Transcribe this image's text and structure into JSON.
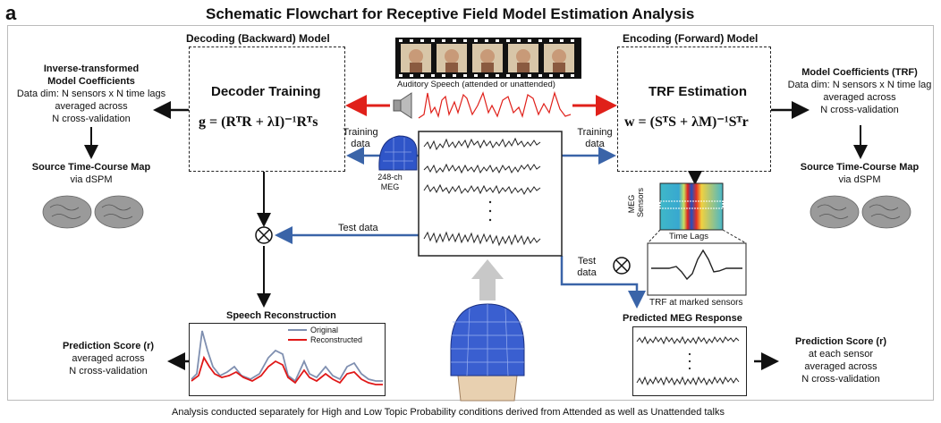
{
  "panel_label": "a",
  "title": "Schematic Flowchart for Receptive Field Model Estimation Analysis",
  "decoding": {
    "section_title": "Decoding (Backward) Model",
    "box_title": "Decoder Training",
    "equation": "g = (RᵀR + λI)⁻¹Rᵀs"
  },
  "encoding": {
    "section_title": "Encoding (Forward) Model",
    "box_title": "TRF Estimation",
    "equation": "w = (SᵀS + λM)⁻¹Sᵀr"
  },
  "left_coeffs": {
    "line1": "Inverse-transformed",
    "line2": "Model Coefficients",
    "line3": "Data dim: N sensors x N time lags",
    "line4": "averaged across",
    "line5": "N cross-validation"
  },
  "right_coeffs": {
    "line1": "Model Coefficients (TRF)",
    "line2": "Data dim: N sensors x N time lag",
    "line3": "averaged across",
    "line4": "N cross-validation"
  },
  "source_map_left": {
    "title": "Source Time-Course Map",
    "sub": "via dSPM"
  },
  "source_map_right": {
    "title": "Source Time-Course Map",
    "sub": "via dSPM"
  },
  "auditory_label": "Auditory Speech (attended or unattended)",
  "training_left": {
    "l1": "Training",
    "l2": "data"
  },
  "training_right": {
    "l1": "Training",
    "l2": "data"
  },
  "meg_label": {
    "l1": "248-ch",
    "l2": "MEG"
  },
  "test_data_left": "Test data",
  "test_data_right": {
    "l1": "Test",
    "l2": "data"
  },
  "multiply_symbol": "⊗",
  "heatmap": {
    "ylabel_l1": "MEG",
    "ylabel_l2": "Sensors",
    "xlabel": "Time Lags"
  },
  "trf_label": "TRF at marked sensors",
  "speech_recon": {
    "title": "Speech Reconstruction",
    "legend_original": "Original",
    "legend_reconstructed": "Reconstructed",
    "color_original": "#7f8fb0",
    "color_reconstructed": "#e01818"
  },
  "predicted_meg": {
    "title": "Predicted MEG Response"
  },
  "score_left": {
    "title": "Prediction Score (r)",
    "l2": "averaged across",
    "l3": "N cross-validation"
  },
  "score_right": {
    "title": "Prediction Score (r)",
    "l2": "at each sensor",
    "l3": "averaged across",
    "l4": "N cross-validation"
  },
  "footer": "Analysis conducted separately for High and Low Topic Probability conditions derived from Attended as well as Unattended talks",
  "colors": {
    "red_arrow": "#e0201a",
    "blue_arrow": "#3a64a8",
    "brain": "#9a9a9a",
    "meg_helmet": "#2f55c8"
  }
}
